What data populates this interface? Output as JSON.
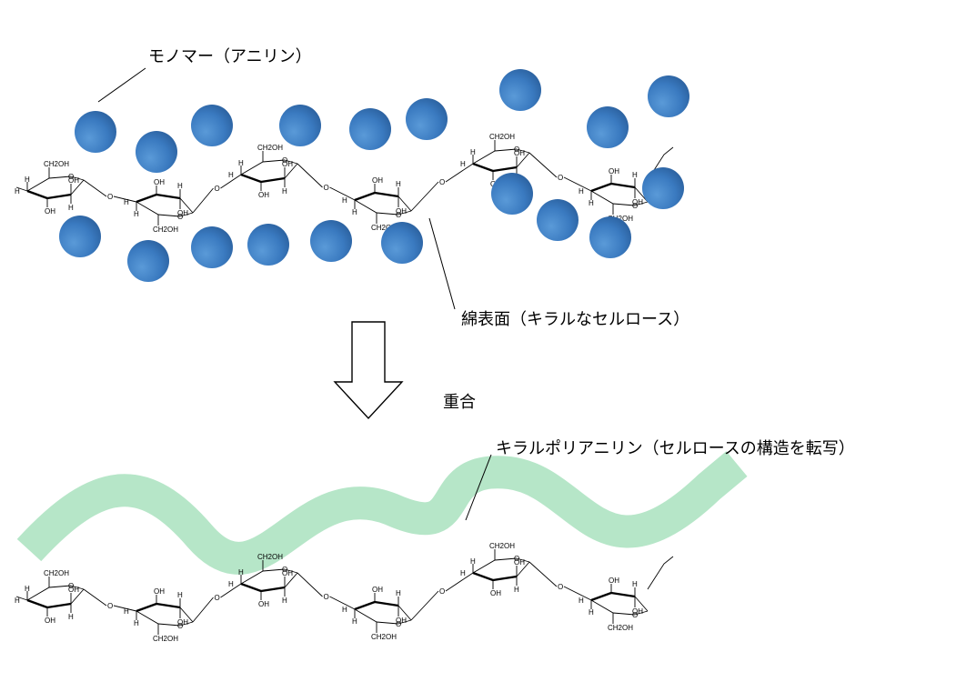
{
  "labels": {
    "monomer": "モノマー（アニリン）",
    "cotton_surface": "綿表面（キラルなセルロース）",
    "polymerization": "重合",
    "chiral_polyaniline": "キラルポリアニリン（セルロースの構造を転写）"
  },
  "atoms": {
    "hydrogen": "H",
    "oxygen": "O",
    "hydroxyl": "OH",
    "hydroxymethyl": "CH2OH"
  },
  "colors": {
    "monomer": "#3a7ac0",
    "polymer_band": "#b6e6c8",
    "line": "#000000"
  }
}
